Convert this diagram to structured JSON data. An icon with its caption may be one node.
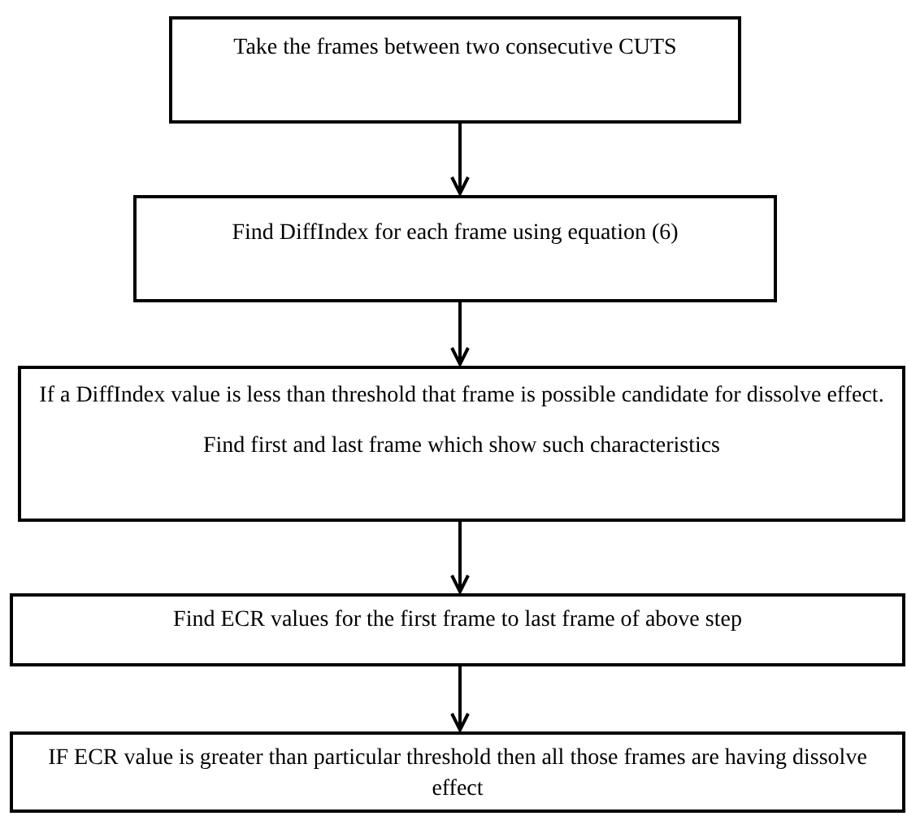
{
  "diagram": {
    "nodes": [
      {
        "text": [
          "Take the frames between two consecutive CUTS"
        ]
      },
      {
        "text": [
          "Find DiffIndex for each frame using equation (6)"
        ]
      },
      {
        "text": [
          "If a DiffIndex value is less than threshold that frame is possible candidate for dissolve effect.",
          "Find first and last frame which show such characteristics"
        ]
      },
      {
        "text": [
          "Find ECR values for the first frame to last frame of above step"
        ]
      },
      {
        "text": [
          "IF ECR value is greater than particular threshold then all those frames are having dissolve effect"
        ]
      }
    ],
    "edges": [
      {
        "from": 0,
        "to": 1,
        "arrow": "to"
      },
      {
        "from": 1,
        "to": 2,
        "arrow": "to"
      },
      {
        "from": 2,
        "to": 3,
        "arrow": "to"
      },
      {
        "from": 3,
        "to": 4,
        "arrow": "to"
      }
    ]
  }
}
